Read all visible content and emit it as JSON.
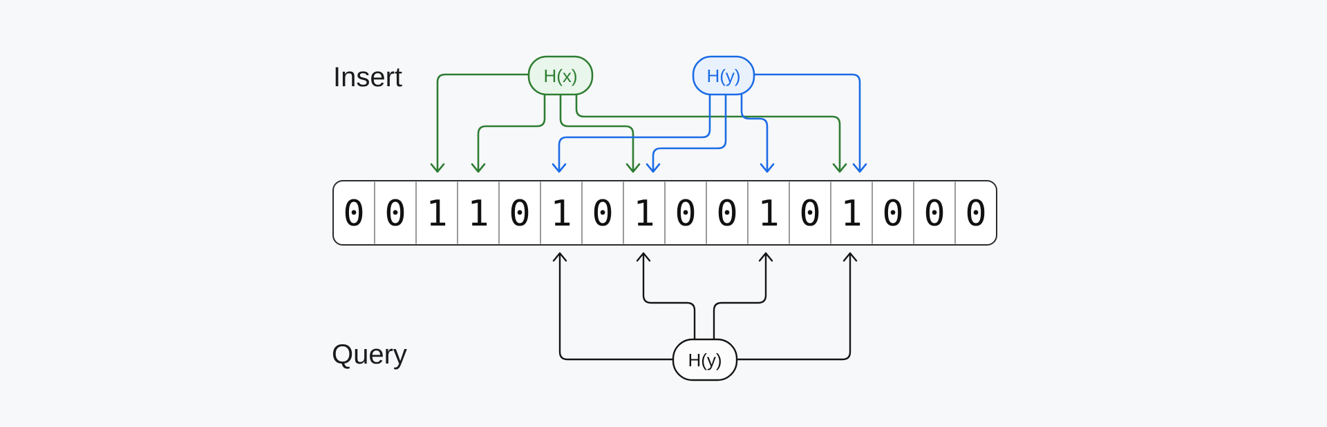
{
  "diagram": {
    "kind": "bloom-filter",
    "labels": {
      "insert": "Insert",
      "query": "Query"
    },
    "nodes": {
      "hash_x": {
        "label": "H(x)",
        "color": "#2e7d32",
        "fill": "#e9f6eb"
      },
      "hash_y": {
        "label": "H(y)",
        "color": "#1a6be5",
        "fill": "#e9f1fd"
      },
      "query_hash_y": {
        "label": "H(y)",
        "color": "#141414",
        "fill": "#fcfcfc"
      }
    },
    "bit_array": {
      "bits": [
        "0",
        "0",
        "1",
        "1",
        "0",
        "1",
        "0",
        "1",
        "0",
        "0",
        "1",
        "0",
        "1",
        "0",
        "0",
        "0"
      ],
      "cell_border_color": "#2b2b2b",
      "separator_color": "#8f8f8f",
      "cell_fill": "#ffffff"
    },
    "insert_arrows": {
      "hash_x_target_cells": [
        2,
        3,
        7,
        12
      ],
      "hash_y_target_cells": [
        5,
        7,
        10,
        12
      ]
    },
    "query_arrows": {
      "target_cells": [
        5,
        7,
        10,
        12
      ]
    }
  }
}
